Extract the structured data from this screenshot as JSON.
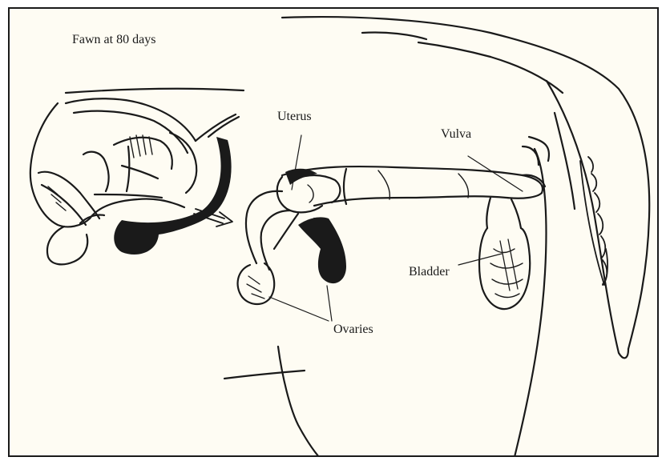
{
  "title": "Fawn at 80 days",
  "labels": {
    "uterus": "Uterus",
    "vulva": "Vulva",
    "bladder": "Bladder",
    "ovaries": "Ovaries"
  },
  "colors": {
    "ink": "#1a1a1a",
    "paper": "#fefcf3"
  }
}
